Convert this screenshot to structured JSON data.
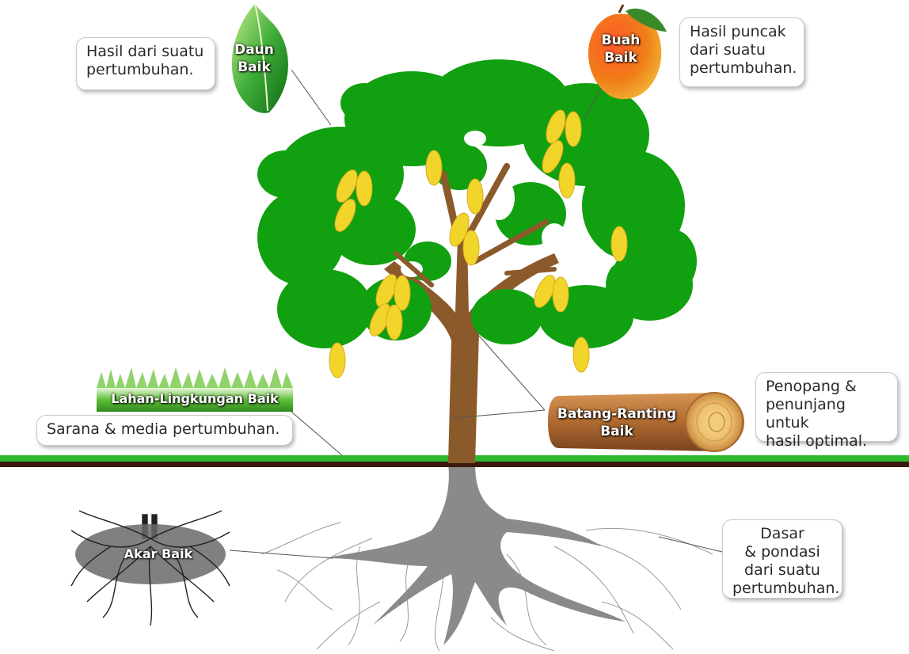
{
  "labels": {
    "daun": "Daun\nBaik",
    "buah": "Buah\nBaik",
    "lahan": "Lahan-Lingkungan Baik",
    "batang": "Batang-Ranting\nBaik",
    "akar": "Akar Baik"
  },
  "callouts": {
    "daun": "Hasil dari suatu\npertumbuhan.",
    "buah": "Hasil puncak\ndari suatu\npertumbuhan.",
    "lahan": "Sarana & media pertumbuhan.",
    "batang": "Penopang &\npenunjang untuk\nhasil optimal.",
    "akar": "Dasar\n& pondasi\ndari suatu\npertumbuhan."
  },
  "colors": {
    "foliage": "#10a010",
    "trunk": "#8b5a2b",
    "root": "#8a8a8a",
    "mango": "#f2d52a",
    "ground_grass": "#2eb82e",
    "ground_soil": "#3a1a10",
    "log": "#b87840"
  }
}
